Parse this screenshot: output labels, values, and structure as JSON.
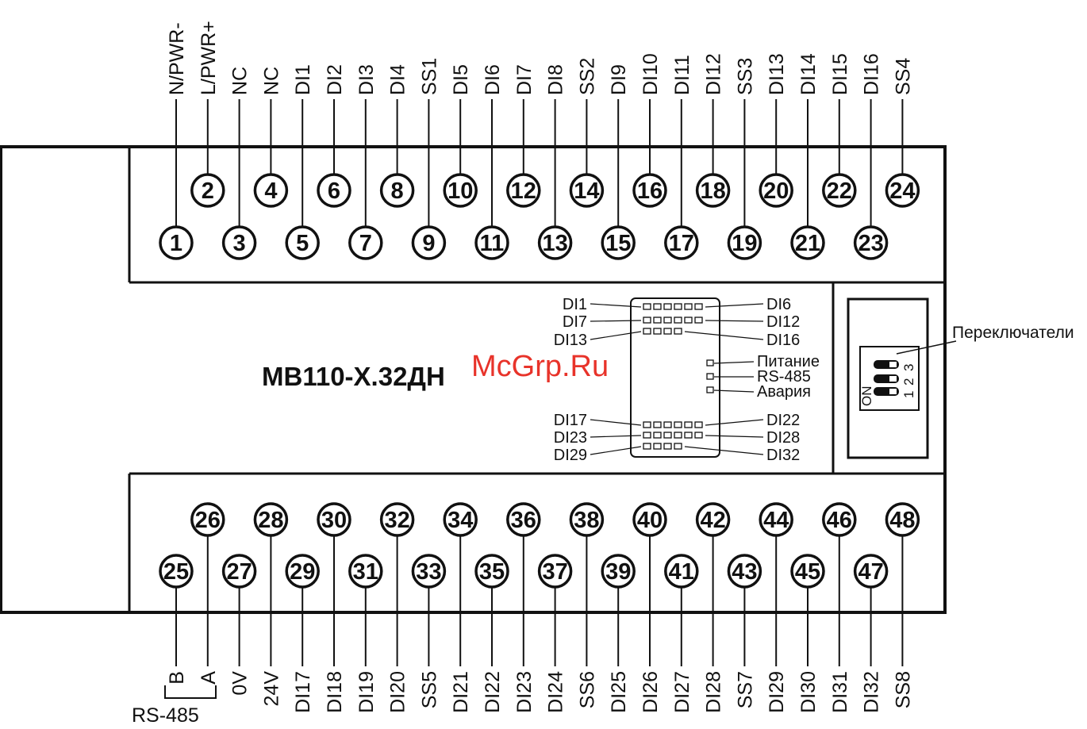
{
  "module": {
    "title": "МВ110-Х.32ДН"
  },
  "watermark": "McGrp.Ru",
  "top_terminals": {
    "labels": [
      "N/PWR-",
      "L/PWR+",
      "NC",
      "NC",
      "DI1",
      "DI2",
      "DI3",
      "DI4",
      "SS1",
      "DI5",
      "DI6",
      "DI7",
      "DI8",
      "SS2",
      "DI9",
      "DI10",
      "DI11",
      "DI12",
      "SS3",
      "DI13",
      "DI14",
      "DI15",
      "DI16",
      "SS4"
    ],
    "numbers": [
      "1",
      "2",
      "3",
      "4",
      "5",
      "6",
      "7",
      "8",
      "9",
      "10",
      "11",
      "12",
      "13",
      "14",
      "15",
      "16",
      "17",
      "18",
      "19",
      "20",
      "21",
      "22",
      "23",
      "24"
    ]
  },
  "bottom_terminals": {
    "labels": [
      "B",
      "A",
      "0V",
      "24V",
      "DI17",
      "DI18",
      "DI19",
      "DI20",
      "SS5",
      "DI21",
      "DI22",
      "DI23",
      "DI24",
      "SS6",
      "DI25",
      "DI26",
      "DI27",
      "DI28",
      "SS7",
      "DI29",
      "DI30",
      "DI31",
      "DI32",
      "SS8"
    ],
    "numbers": [
      "25",
      "26",
      "27",
      "28",
      "29",
      "30",
      "31",
      "32",
      "33",
      "34",
      "35",
      "36",
      "37",
      "38",
      "39",
      "40",
      "41",
      "42",
      "43",
      "44",
      "45",
      "46",
      "47",
      "48"
    ],
    "rs485_label": "RS-485"
  },
  "indicators": {
    "left_top": [
      "DI1",
      "DI7",
      "DI13"
    ],
    "right_top": [
      "DI6",
      "DI12",
      "DI16"
    ],
    "status": [
      "Питание",
      "RS-485",
      "Авария"
    ],
    "left_bottom": [
      "DI17",
      "DI23",
      "DI29"
    ],
    "right_bottom": [
      "DI22",
      "DI28",
      "DI32"
    ]
  },
  "switches": {
    "label": "Переключатели",
    "on_label": "ON",
    "numbers": [
      "1",
      "2",
      "3"
    ]
  },
  "colors": {
    "line": "#111111",
    "background": "#ffffff",
    "watermark": "#e8332a"
  }
}
